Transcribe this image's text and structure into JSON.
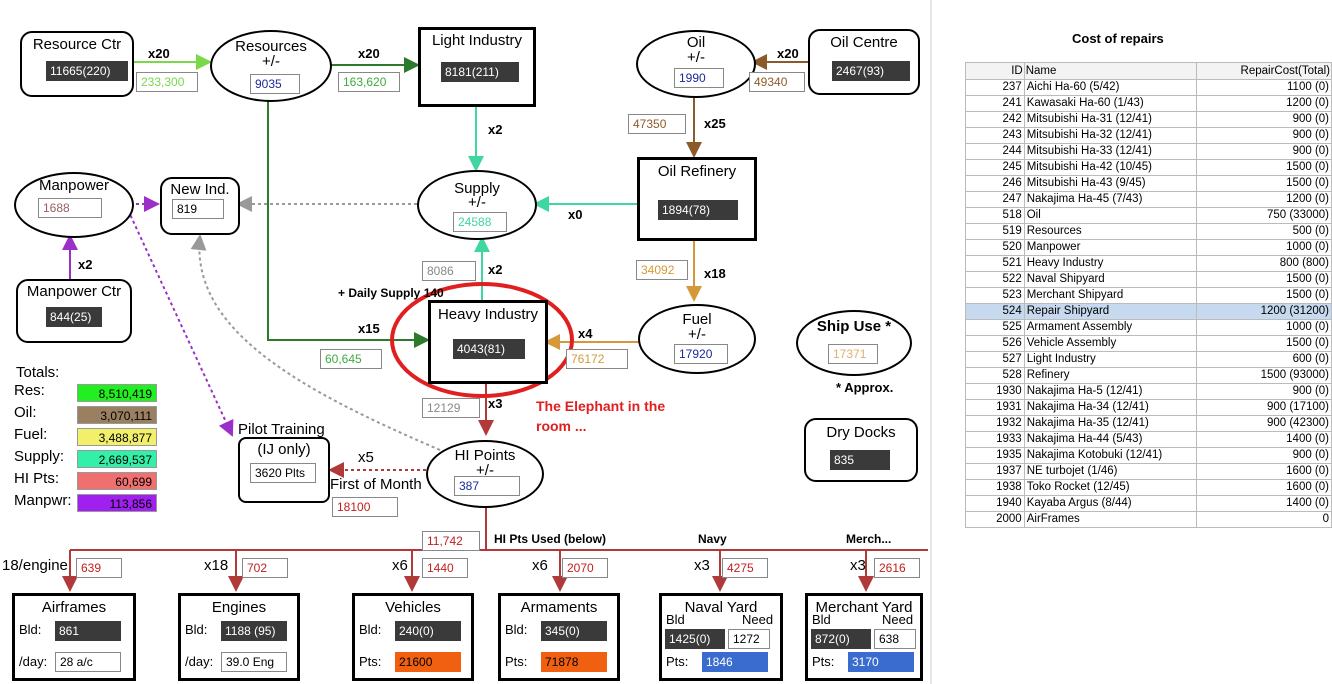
{
  "nodes": {
    "resource_ctr": {
      "title": "Resource Ctr",
      "value": "11665(220)"
    },
    "resources": {
      "title": "Resources",
      "sub": "+/-",
      "value": "9035"
    },
    "light_industry": {
      "title": "Light Industry",
      "value": "8181(211)"
    },
    "oil": {
      "title": "Oil",
      "sub": "+/-",
      "value": "1990"
    },
    "oil_centre": {
      "title": "Oil Centre",
      "value": "2467(93)"
    },
    "manpower": {
      "title": "Manpower",
      "value": "1688"
    },
    "new_ind": {
      "title": "New Ind.",
      "value": "819"
    },
    "supply": {
      "title": "Supply",
      "sub": "+/-",
      "value": "24588"
    },
    "oil_refinery": {
      "title": "Oil Refinery",
      "value": "1894(78)"
    },
    "manpower_ctr": {
      "title": "Manpower Ctr",
      "value": "844(25)"
    },
    "heavy_industry": {
      "title": "Heavy Industry",
      "value": "4043(81)"
    },
    "fuel": {
      "title": "Fuel",
      "sub": "+/-",
      "value": "17920"
    },
    "ship_use": {
      "title": "Ship Use *",
      "value": "17371",
      "note": "* Approx."
    },
    "dry_docks": {
      "title": "Dry Docks",
      "value": "835"
    },
    "pilot_training": {
      "title": "Pilot Training",
      "sub": "(IJ only)",
      "value": "3620 Plts"
    },
    "hi_points": {
      "title": "HI Points",
      "sub": "+/-",
      "value": "387"
    }
  },
  "flows": {
    "rc_mult": "x20",
    "rc_val": "233,300",
    "res_mult": "x20",
    "res_val": "163,620",
    "oc_mult": "x20",
    "oc_val": "49340",
    "li_mult": "x2",
    "oil_val": "47350",
    "oil_mult": "x25",
    "ref_supply_mult": "x0",
    "ref_fuel_val": "34092",
    "ref_fuel_mult": "x18",
    "mp_mult": "x2",
    "supply_hi_val": "8086",
    "supply_hi_mult": "x2",
    "daily_supply": "+ Daily Supply 140",
    "res_hi_mult": "x15",
    "res_hi_val": "60,645",
    "fuel_hi_mult": "x4",
    "fuel_hi_val": "76172",
    "hi_val": "12129",
    "hi_mult": "x3",
    "pilot_mult": "x5",
    "first_of_month": "First of Month",
    "first_val": "18100",
    "hi_used_val": "11,742",
    "hi_used_label": "HI Pts Used (below)",
    "navy_label": "Navy",
    "merch_label": "Merch..."
  },
  "annotation": {
    "line1": "The Elephant in the",
    "line2": "room ..."
  },
  "totals": {
    "header": "Totals:",
    "rows": [
      {
        "label": "Res:",
        "value": "8,510,419",
        "color": "#22ee22"
      },
      {
        "label": "Oil:",
        "value": "3,070,111",
        "color": "#9a8060"
      },
      {
        "label": "Fuel:",
        "value": "3,488,877",
        "color": "#f2f06a"
      },
      {
        "label": "Supply:",
        "value": "2,669,537",
        "color": "#33f0a8"
      },
      {
        "label": "HI Pts:",
        "value": "60,699",
        "color": "#f07070"
      },
      {
        "label": "Manpwr:",
        "value": "113,856",
        "color": "#a020f0"
      }
    ]
  },
  "production": [
    {
      "mult": "18/engine",
      "mult_val": "639",
      "title": "Airframes",
      "r1_label": "Bld:",
      "r1_val": "861",
      "r2_label": "/day:",
      "r2_val": "28 a/c"
    },
    {
      "mult": "x18",
      "mult_val": "702",
      "title": "Engines",
      "r1_label": "Bld:",
      "r1_val": "1188 (95)",
      "r2_label": "/day:",
      "r2_val": "39.0 Eng"
    },
    {
      "mult": "x6",
      "mult_val": "1440",
      "title": "Vehicles",
      "r1_label": "Bld:",
      "r1_val": "240(0)",
      "r2_label": "Pts:",
      "r2_val": "21600"
    },
    {
      "mult": "x6",
      "mult_val": "2070",
      "title": "Armaments",
      "r1_label": "Bld:",
      "r1_val": "345(0)",
      "r2_label": "Pts:",
      "r2_val": "71878"
    },
    {
      "mult": "x3",
      "mult_val": "4275",
      "title": "Naval Yard",
      "col1": "Bld",
      "col2": "Need",
      "r1_val": "1425(0)",
      "r1_need": "1272",
      "r2_label": "Pts:",
      "r2_val": "1846"
    },
    {
      "mult": "x3",
      "mult_val": "2616",
      "title": "Merchant Yard",
      "col1": "Bld",
      "col2": "Need",
      "r1_val": "872(0)",
      "r1_need": "638",
      "r2_label": "Pts:",
      "r2_val": "3170"
    }
  ],
  "repairs": {
    "title": "Cost of repairs",
    "headers": [
      "ID",
      "Name",
      "RepairCost(Total)"
    ],
    "rows": [
      [
        "237",
        "Aichi Ha-60  (5/42)",
        "1100 (0)"
      ],
      [
        "241",
        "Kawasaki Ha-60  (1/43)",
        "1200 (0)"
      ],
      [
        "242",
        "Mitsubishi Ha-31  (12/41)",
        "900 (0)"
      ],
      [
        "243",
        "Mitsubishi Ha-32  (12/41)",
        "900 (0)"
      ],
      [
        "244",
        "Mitsubishi Ha-33  (12/41)",
        "900 (0)"
      ],
      [
        "245",
        "Mitsubishi Ha-42  (10/45)",
        "1500 (0)"
      ],
      [
        "246",
        "Mitsubishi Ha-43  (9/45)",
        "1500 (0)"
      ],
      [
        "247",
        "Nakajima Ha-45  (7/43)",
        "1200 (0)"
      ],
      [
        "518",
        "Oil",
        "750 (33000)"
      ],
      [
        "519",
        "Resources",
        "500 (0)"
      ],
      [
        "520",
        "Manpower",
        "1000 (0)"
      ],
      [
        "521",
        "Heavy Industry",
        "800 (800)"
      ],
      [
        "522",
        "Naval Shipyard",
        "1500 (0)"
      ],
      [
        "523",
        "Merchant Shipyard",
        "1500 (0)"
      ],
      [
        "524",
        "Repair Shipyard",
        "1200 (31200)"
      ],
      [
        "525",
        "Armament Assembly",
        "1000 (0)"
      ],
      [
        "526",
        "Vehicle Assembly",
        "1500 (0)"
      ],
      [
        "527",
        "Light Industry",
        "600 (0)"
      ],
      [
        "528",
        "Refinery",
        "1500 (93000)"
      ],
      [
        "1930",
        "Nakajima Ha-5  (12/41)",
        "900 (0)"
      ],
      [
        "1931",
        "Nakajima Ha-34  (12/41)",
        "900 (17100)"
      ],
      [
        "1932",
        "Nakajima Ha-35  (12/41)",
        "900 (42300)"
      ],
      [
        "1933",
        "Nakajima Ha-44  (5/43)",
        "1400 (0)"
      ],
      [
        "1935",
        "Nakajima Kotobuki  (12/41)",
        "900 (0)"
      ],
      [
        "1937",
        "NE turbojet  (1/46)",
        "1600 (0)"
      ],
      [
        "1938",
        "Toko Rocket  (12/45)",
        "1600 (0)"
      ],
      [
        "1940",
        "Kayaba Argus  (8/44)",
        "1400 (0)"
      ],
      [
        "2000",
        "AirFrames",
        "0"
      ]
    ],
    "selected_index": 14
  }
}
